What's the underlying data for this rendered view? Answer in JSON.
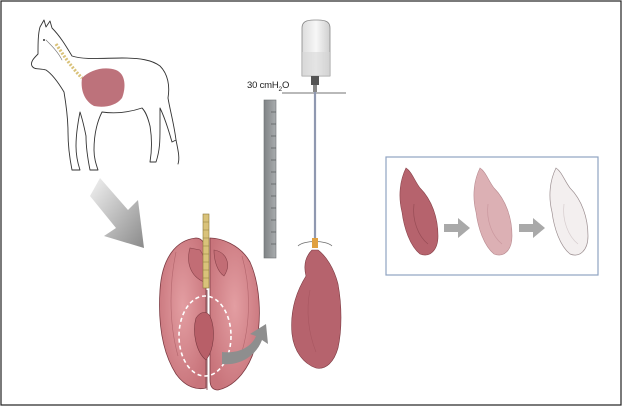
{
  "figure": {
    "pressure_value": "30 cmH",
    "pressure_subscript": "2",
    "pressure_suffix": "O",
    "colors": {
      "lung_fresh": "#b6636d",
      "lung_dark": "#a0505b",
      "lung_partial": "#dcb0b4",
      "lung_cleared": "#f3efef",
      "arrow_grey": "#9a9a9a",
      "panel_border": "#8fa3c2",
      "ruler": "#8c8f91",
      "trachea": "#d9c27a"
    },
    "icons": [
      "horse-icon",
      "lung-icon",
      "arrow-icon",
      "reservoir-icon",
      "ruler-icon"
    ]
  }
}
